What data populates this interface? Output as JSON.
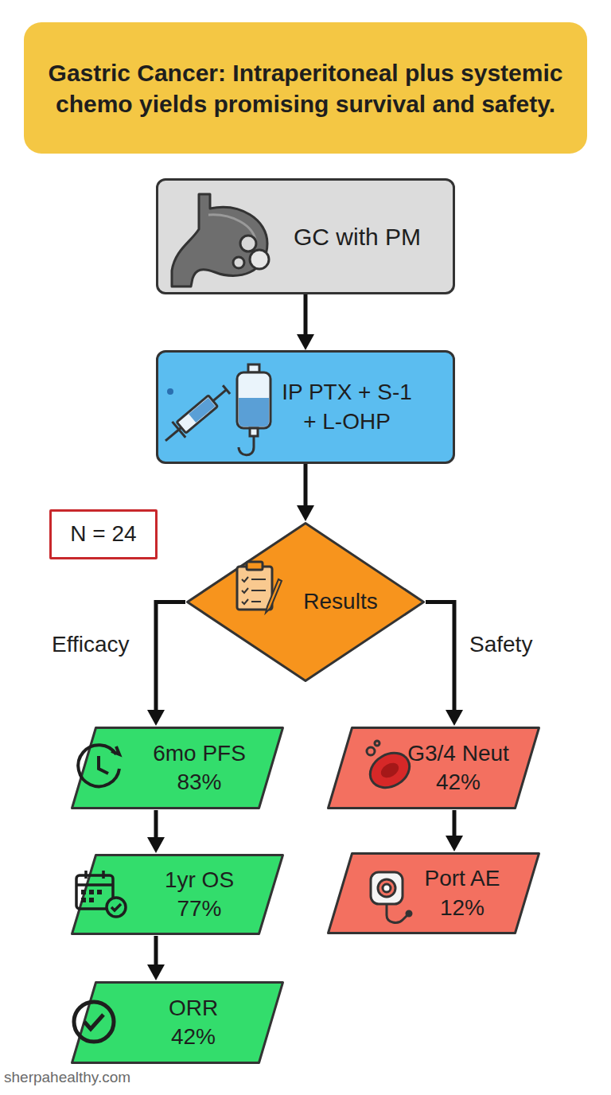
{
  "diagram": {
    "title": "Gastric Cancer: Intraperitoneal plus systemic chemo yields promising survival and safety.",
    "nodes": [
      {
        "text": [
          "GC with PM"
        ]
      },
      {
        "text": [
          "IP PTX + S-1 + L-OHP"
        ]
      },
      {
        "text": [
          "N = 24"
        ]
      },
      {
        "text": [
          "Results"
        ]
      },
      {
        "text": [
          "6mo PFS",
          "83%"
        ]
      },
      {
        "text": [
          "G3/4 Neut",
          "42%"
        ]
      },
      {
        "text": [
          "1yr OS",
          "77%"
        ]
      },
      {
        "text": [
          "Port AE",
          "12%"
        ]
      },
      {
        "text": [
          "ORR",
          "42%"
        ]
      }
    ],
    "edges": [
      {
        "from": 0,
        "to": 1,
        "arrow": "to"
      },
      {
        "from": 1,
        "to": 3,
        "arrow": "to"
      },
      {
        "from": 3,
        "to": 4,
        "label": "Efficacy",
        "arrow": "to"
      },
      {
        "from": 3,
        "to": 5,
        "label": "Safety",
        "arrow": "to"
      },
      {
        "from": 4,
        "to": 6,
        "arrow": "to"
      },
      {
        "from": 6,
        "to": 8,
        "arrow": "to"
      },
      {
        "from": 5,
        "to": 7,
        "arrow": "to"
      }
    ],
    "labels": [
      "sherpahealthy.com"
    ]
  }
}
